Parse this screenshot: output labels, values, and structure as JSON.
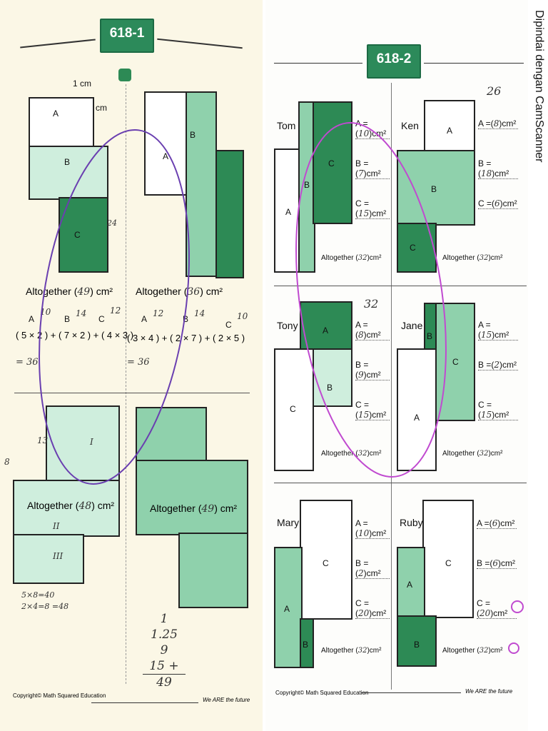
{
  "scanner_label": "Dipindai dengan CamScanner",
  "left": {
    "badge": "618-1",
    "unit_w": "1 cm",
    "unit_h": "1 cm",
    "tl": {
      "a": "A",
      "b": "B",
      "c": "C",
      "alto_pre": "Altogether (",
      "alto_val": "49",
      "alto_post": ") cm²",
      "eq_a": "A",
      "eq_b": "B",
      "eq_c": "C",
      "eq": "( 5 × 2 ) + ( 7 × 2 ) + ( 4 × 3 )",
      "eq_res": "= 36",
      "h_a": "10",
      "h_b": "14",
      "h_c": "12",
      "note": "24"
    },
    "tr": {
      "a": "A",
      "b": "B",
      "alto_pre": "Altogether (",
      "alto_val": "36",
      "alto_post": ") cm²",
      "eq_a": "A",
      "eq_b": "B",
      "eq_c": "C",
      "eq": "( 3 × 4 ) + ( 2 × 7 ) + ( 2 × 5 )",
      "eq_res": "= 36",
      "h_a": "12",
      "h_b": "14",
      "h_c": "10"
    },
    "bl": {
      "alto_pre": "Altogether (",
      "alto_val": "48",
      "alto_post": ") cm²",
      "i": "I",
      "ii": "II",
      "iii": "III",
      "work": "5×8=40 2×4=8 =48",
      "m8": "8",
      "m13": "13"
    },
    "br": {
      "alto_pre": "Altogether (",
      "alto_val": "49",
      "alto_post": ") cm²",
      "sum": [
        "1",
        "1.25",
        "9",
        "15 +",
        "49"
      ]
    },
    "footer_left": "Copyright© Math Squared Education",
    "footer_right": "We ARE the future"
  },
  "right": {
    "badge": "618-2",
    "panels": [
      {
        "name": "Tom",
        "a": "A",
        "b": "B",
        "c": "C",
        "va": "10",
        "vb": "7",
        "vc": "15",
        "alto": "32",
        "top": ""
      },
      {
        "name": "Ken",
        "a": "A",
        "b": "B",
        "c": "C",
        "va": "8",
        "vb": "18",
        "vc": "6",
        "alto": "32",
        "top": "26"
      },
      {
        "name": "Tony",
        "a": "A",
        "b": "B",
        "c": "C",
        "va": "8",
        "vb": "9",
        "vc": "15",
        "alto": "32",
        "top": "32"
      },
      {
        "name": "Jane",
        "a": "A",
        "b": "B",
        "c": "C",
        "va": "15",
        "vb": "2",
        "vc": "15",
        "alto": "32",
        "top": ""
      },
      {
        "name": "Mary",
        "a": "A",
        "b": "B",
        "c": "C",
        "va": "10",
        "vb": "2",
        "vc": "20",
        "alto": "32",
        "top": ""
      },
      {
        "name": "Ruby",
        "a": "A",
        "b": "B",
        "c": "C",
        "va": "6",
        "vb": "6",
        "vc": "20",
        "alto": "32",
        "top": ""
      }
    ],
    "row_a": "A =(",
    "row_b": "B =(",
    "row_c": "C =(",
    "row_end": ")cm²",
    "alto_pre": "Altogether (",
    "alto_post": ")cm²",
    "footer_left": "Copyright© Math Squared Education",
    "footer_right": "We ARE the future"
  }
}
